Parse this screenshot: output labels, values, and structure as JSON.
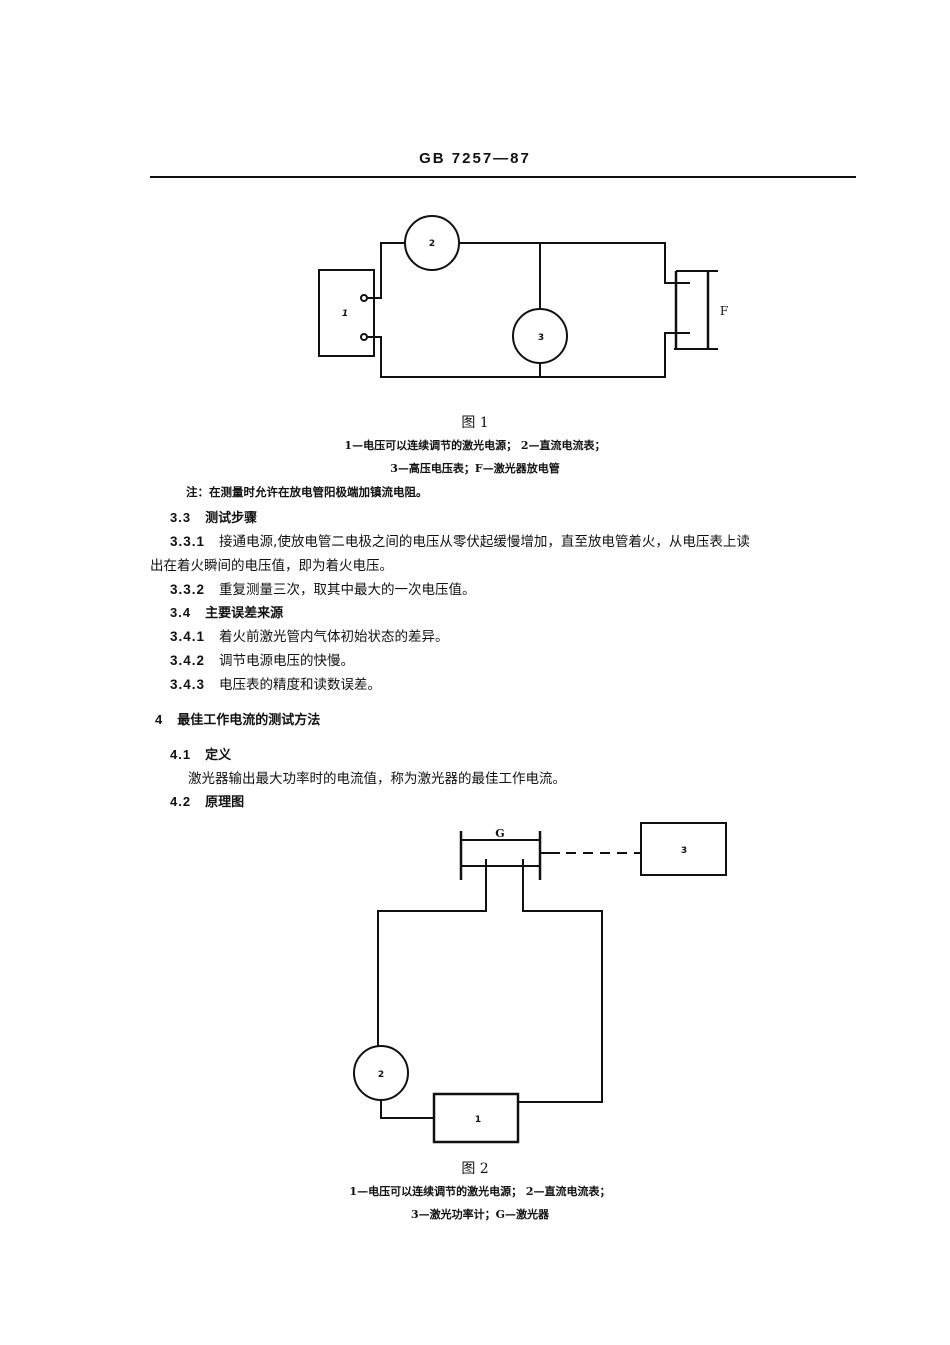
{
  "header": {
    "standard_code": "GB 7257—87"
  },
  "figure1": {
    "label": "图 1",
    "components": {
      "c1": "1",
      "c2": "2",
      "c3": "3",
      "F": "F"
    },
    "caption_line1": "1—电压可以连续调节的激光电源； 2—直流电流表；",
    "caption_line2": "3—高压电压表；F—激光器放电管"
  },
  "note": "注：在测量时允许在放电管阳极端加镇流电阻。",
  "sections": {
    "s3_3": {
      "number": "3.3",
      "title": "测试步骤"
    },
    "s3_3_1": {
      "number": "3.3.1",
      "text_line1": "接通电源,使放电管二电极之间的电压从零伏起缓慢增加，直至放电管着火，从电压表上读",
      "text_line2": "出在着火瞬间的电压值，即为着火电压。"
    },
    "s3_3_2": {
      "number": "3.3.2",
      "text": "重复测量三次，取其中最大的一次电压值。"
    },
    "s3_4": {
      "number": "3.4",
      "title": "主要误差来源"
    },
    "s3_4_1": {
      "number": "3.4.1",
      "text": "着火前激光管内气体初始状态的差异。"
    },
    "s3_4_2": {
      "number": "3.4.2",
      "text": "调节电源电压的快慢。"
    },
    "s3_4_3": {
      "number": "3.4.3",
      "text": "电压表的精度和读数误差。"
    },
    "s4": {
      "number": "4",
      "title": "最佳工作电流的测试方法"
    },
    "s4_1": {
      "number": "4.1",
      "title": "定义",
      "text": "激光器输出最大功率时的电流值，称为激光器的最佳工作电流。"
    },
    "s4_2": {
      "number": "4.2",
      "title": "原理图"
    }
  },
  "figure2": {
    "label": "图 2",
    "components": {
      "c1": "1",
      "c2": "2",
      "c3": "3",
      "G": "G"
    },
    "caption_line1": "1—电压可以连续调节的激光电源； 2—直流电流表；",
    "caption_line2": "3—激光功率计；G—激光器"
  }
}
